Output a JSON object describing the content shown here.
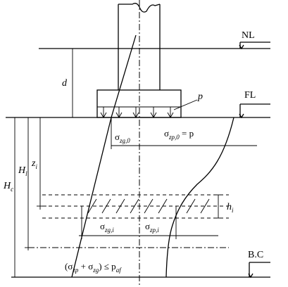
{
  "levels": {
    "natural_level": "NL",
    "foundation_level": "FL",
    "bearing_layer_top": "B.C"
  },
  "footing": {
    "load": "p",
    "depth": "d"
  },
  "depths": {
    "zi": {
      "main": "z",
      "sub": "i"
    },
    "hl": {
      "main": "H",
      "sub": "l"
    },
    "hc": {
      "main": "H",
      "sub": "c"
    },
    "hi": {
      "main": "h",
      "sub": "i"
    }
  },
  "stresses": {
    "sigma_zg0": {
      "main": "σ",
      "sub": "zg,0"
    },
    "sigma_zp0": {
      "main": "σ",
      "sub": "zp,0",
      "tail": " = p"
    },
    "sigma_zgi": {
      "main": "σ",
      "sub": "zg,i"
    },
    "sigma_zpi": {
      "main": "σ",
      "sub": "zp,i"
    }
  },
  "condition": {
    "part1": "(σ",
    "sub1": "zp",
    "part2": " + σ",
    "sub2": "zg",
    "part3": ") ≤ p",
    "sub3": "af"
  }
}
